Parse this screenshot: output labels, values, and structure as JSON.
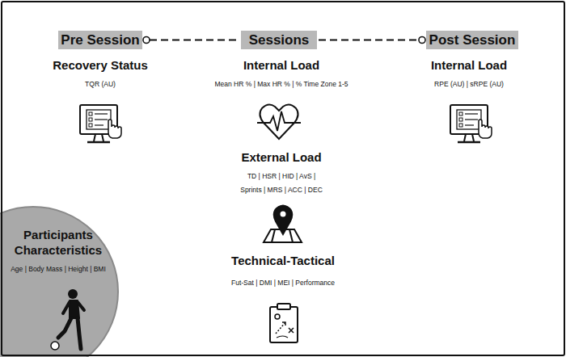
{
  "diagram": {
    "nodes": [
      {
        "text": [
          "Pre Session"
        ]
      },
      {
        "text": [
          "Sessions"
        ]
      },
      {
        "text": [
          "Post Session"
        ]
      },
      {
        "text": [
          "Participants Characteristics",
          "Age | Body Mass | Height | BMI"
        ]
      }
    ],
    "edges": [
      {
        "from": 0,
        "to": 1,
        "arrow": "none"
      },
      {
        "from": 1,
        "to": 2,
        "arrow": "none"
      }
    ],
    "labels": [
      "Recovery Status",
      "Internal Load",
      "Internal Load",
      "TQR (AU)",
      "Mean HR % | Max HR % | % Time Zone 1-5",
      "RPE (AU) | sRPE (AU)",
      "External Load",
      "TD | HSR | HID | AvS | Sprints | MRS | ACC | DEC",
      "Technical-Tactical",
      "Fut-Sat | DMI | MEI | Performance"
    ]
  }
}
